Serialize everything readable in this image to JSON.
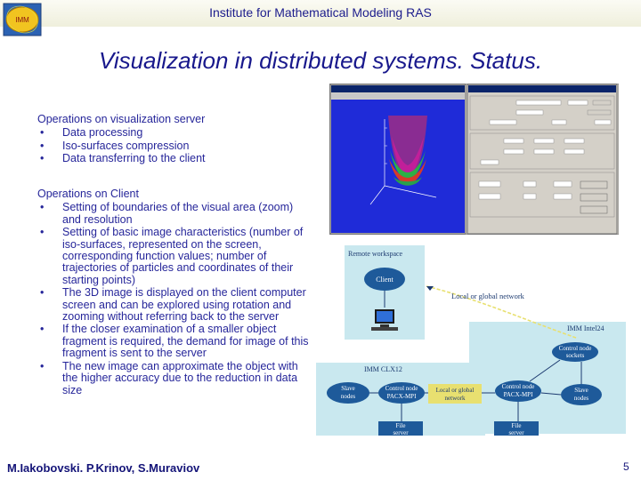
{
  "header": {
    "institute": "Institute for Mathematical Modeling RAS",
    "logo_text": "IMM"
  },
  "title": "Visualization in distributed systems. Status.",
  "server_block": {
    "heading": "Operations on visualization server",
    "items": [
      "Data processing",
      "Iso-surfaces compression",
      "Data transferring to the client"
    ]
  },
  "client_block": {
    "heading": "Operations on Client",
    "items": [
      "Setting of boundaries of the visual area (zoom) and resolution",
      "Setting of basic image characteristics (number of iso-surfaces, represented on the screen, corresponding function values; number of trajectories of particles and coordinates of their starting points)",
      "The 3D image is displayed on the client computer screen and can be explored using rotation and zooming without referring back to the server",
      "If the closer examination of a smaller object fragment is required, the demand for image of this fragment is sent to the server",
      "The new image can approximate the object with the higher accuracy due to the reduction in data size"
    ]
  },
  "bullet_glyph": "•",
  "diagram": {
    "remote_workspace": "Remote workspace",
    "client": "Client",
    "network": "Local or global network",
    "imm_intel": "IMM Intel24",
    "imm_clx": "IMM CLX12",
    "control_node_sockets": [
      "Control node",
      "sockets"
    ],
    "control_node_pacx": [
      "Control node",
      "PACX-MPI"
    ],
    "slave_nodes": [
      "Slave",
      "nodes"
    ],
    "file_server": [
      "File",
      "server"
    ],
    "mid_network": [
      "Local or global",
      "network"
    ]
  },
  "footer": {
    "authors": "M.Iakobovski. P.Krinov, S.Muraviov",
    "page": "5"
  },
  "colors": {
    "text_blue": "#26269a",
    "title_blue": "#18188c",
    "app_blue": "#1f2bd8",
    "diagram_bg": "#c9e8ef",
    "node_blue": "#1e5a9a"
  }
}
